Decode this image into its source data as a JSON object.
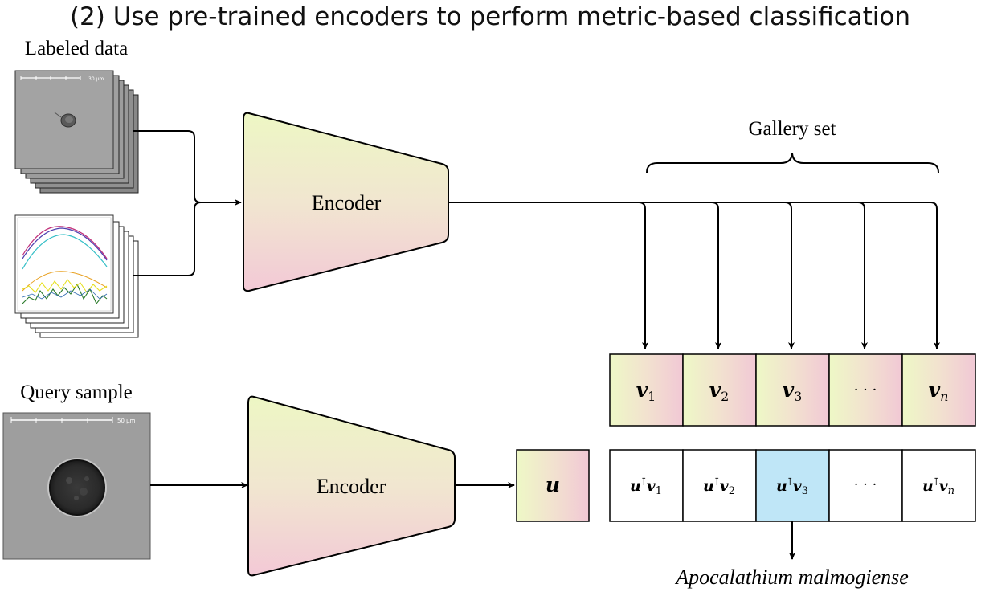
{
  "title": "(2) Use pre-trained encoders to perform metric-based classification",
  "labels": {
    "labeled_data": "Labeled data",
    "query_sample": "Query sample",
    "gallery_set": "Gallery set",
    "encoder_top": "Encoder",
    "encoder_bottom": "Encoder",
    "query_embedding": "u",
    "prediction": "Apocalathium malmogiense"
  },
  "scale_bars": {
    "labeled_image": "30 μm",
    "query_image": "50 μm"
  },
  "gallery_vectors": [
    {
      "base": "v",
      "sub": "1"
    },
    {
      "base": "v",
      "sub": "2"
    },
    {
      "base": "v",
      "sub": "3"
    },
    {
      "base": "",
      "sub": "",
      "ellipsis": "· · ·"
    },
    {
      "base": "v",
      "sub": "n"
    }
  ],
  "similarity_scores": [
    {
      "label": "u",
      "t": "⊺",
      "v": "v",
      "sub": "1",
      "highlighted": false
    },
    {
      "label": "u",
      "t": "⊺",
      "v": "v",
      "sub": "2",
      "highlighted": false
    },
    {
      "label": "u",
      "t": "⊺",
      "v": "v",
      "sub": "3",
      "highlighted": true
    },
    {
      "ellipsis": "· · ·",
      "highlighted": false
    },
    {
      "label": "u",
      "t": "⊺",
      "v": "v",
      "sub": "n",
      "highlighted": false
    }
  ],
  "colors": {
    "gradient_start": "#eef6c4",
    "gradient_end": "#f0c8d4",
    "highlight": "#bfe6f7",
    "line": "#000000",
    "image_gray": "#a0a0a0"
  }
}
